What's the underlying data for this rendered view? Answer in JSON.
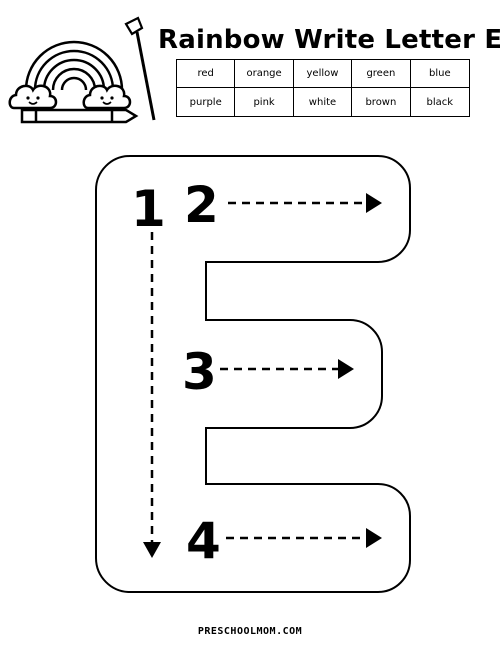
{
  "title": "Rainbow Write Letter E",
  "colors": [
    "red",
    "orange",
    "yellow",
    "green",
    "blue",
    "purple",
    "pink",
    "white",
    "brown",
    "black"
  ],
  "strokes": [
    "1",
    "2",
    "3",
    "4"
  ],
  "footer": "PRESCHOOLMOM.COM",
  "icons": [
    "rainbow-clouds-icon",
    "paintbrush-icon"
  ]
}
